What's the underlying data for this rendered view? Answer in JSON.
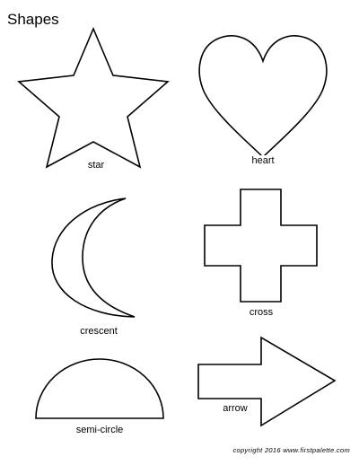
{
  "page": {
    "title": "Shapes",
    "copyright": "copyright 2016 www.firstpalette.com"
  },
  "shapes": {
    "star": {
      "label": "star"
    },
    "heart": {
      "label": "heart"
    },
    "crescent": {
      "label": "crescent"
    },
    "cross": {
      "label": "cross"
    },
    "semi_circle": {
      "label": "semi-circle"
    },
    "arrow": {
      "label": "arrow"
    }
  }
}
